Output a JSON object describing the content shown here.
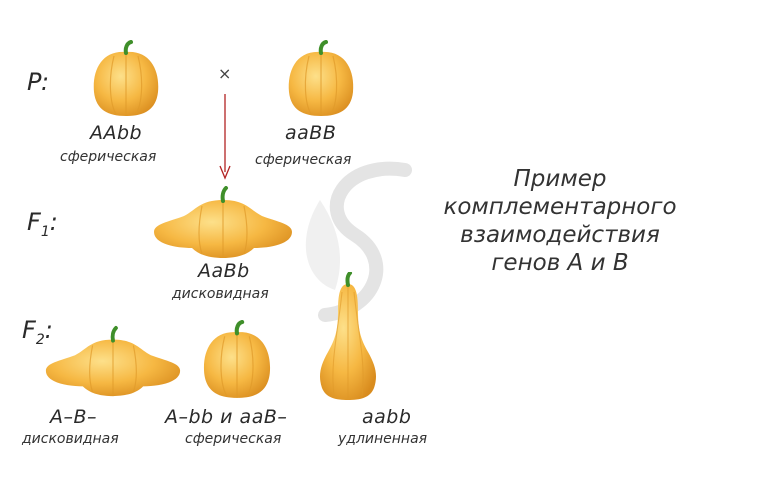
{
  "title": {
    "lines": [
      "Пример",
      "комплементарного",
      "взаимодействия",
      "генов А и В"
    ]
  },
  "generations": {
    "p": "P:",
    "f1_letter": "F",
    "f1_sub": "1",
    "f2_letter": "F",
    "f2_sub": "2",
    "colon": ":"
  },
  "cross_symbol": "×",
  "parents": [
    {
      "genotype": "AAbb",
      "phenotype": "сферическая"
    },
    {
      "genotype": "aaBB",
      "phenotype": "сферическая"
    }
  ],
  "f1": {
    "genotype": "AaBb",
    "phenotype": "дисковидная"
  },
  "f2": [
    {
      "genotype": "A–B–",
      "phenotype": "дисковидная"
    },
    {
      "genotype": "A–bb и aaB–",
      "phenotype": "сферическая"
    },
    {
      "genotype": "aabb",
      "phenotype": "удлиненная"
    }
  ],
  "colors": {
    "fruit": "#f4b43c",
    "fruit_light": "#fbd27a",
    "fruit_dark": "#d98c1e",
    "stem": "#3f8f2a",
    "arrow": "#b22222"
  }
}
